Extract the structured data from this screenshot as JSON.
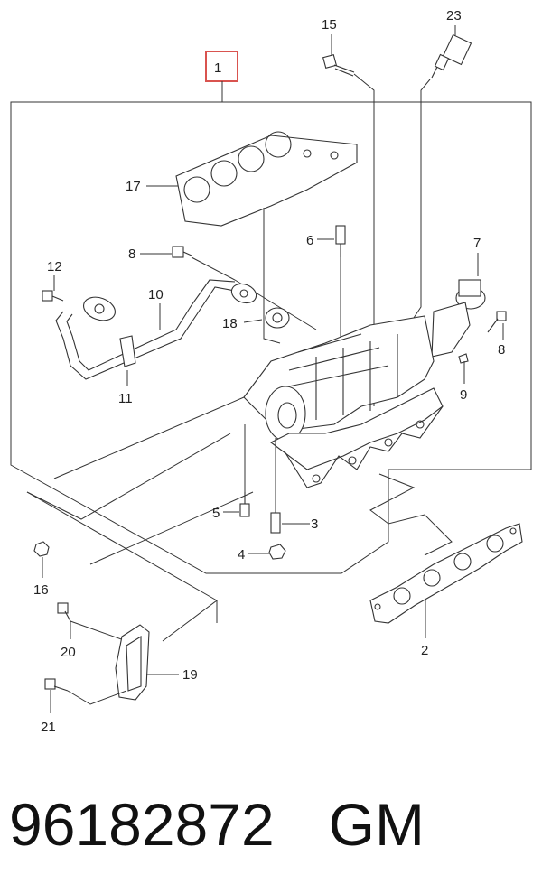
{
  "diagram": {
    "highlight_color": "#d9534f",
    "callouts": {
      "c1": "1",
      "c2": "2",
      "c3": "3",
      "c4": "4",
      "c5": "5",
      "c6": "6",
      "c7": "7",
      "c8a": "8",
      "c8b": "8",
      "c9": "9",
      "c10": "10",
      "c11": "11",
      "c12": "12",
      "c15": "15",
      "c16": "16",
      "c17": "17",
      "c18": "18",
      "c19": "19",
      "c20": "20",
      "c21": "21",
      "c23": "23"
    }
  },
  "caption": {
    "part_number": "96182872",
    "brand": "GM"
  }
}
